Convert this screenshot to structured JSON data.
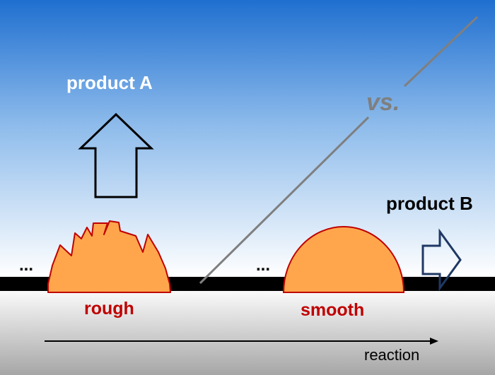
{
  "labels": {
    "product_a": "product A",
    "product_b": "product B",
    "versus": "vs.",
    "rough": "rough",
    "smooth": "smooth",
    "ellipsis_left": "...",
    "ellipsis_right": "...",
    "reaction": "reaction"
  },
  "colors": {
    "sky_top": "#1f6fd0",
    "sky_bottom": "#ffffff",
    "substrate_top": "#fafafa",
    "substrate_bottom": "#a6a6a6",
    "surface_band": "#000000",
    "particle_fill": "#ffa64d",
    "particle_stroke": "#c00000",
    "label_red": "#c00000",
    "divider_gray": "#7f7f7f",
    "arrow_b_stroke": "#1f3864"
  }
}
